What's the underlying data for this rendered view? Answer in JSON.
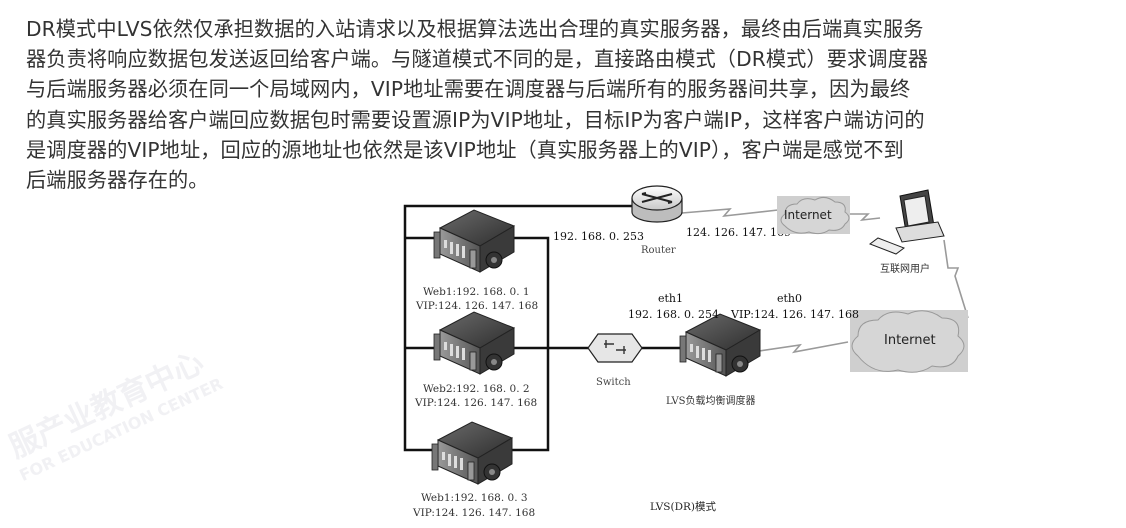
{
  "document": {
    "paragraph_lines": [
      "DR模式中LVS依然仅承担数据的入站请求以及根据算法选出合理的真实服务器，最终由后端真实服务",
      "器负责将响应数据包发送返回给客户端。与隧道模式不同的是，直接路由模式（DR模式）要求调度器",
      "与后端服务器必须在同一个局域网内，VIP地址需要在调度器与后端所有的服务器间共享，因为最终",
      "的真实服务器给客户端回应数据包时需要设置源IP为VIP地址，目标IP为客户端IP，这样客户端访问的",
      "是调度器的VIP地址，回应的源地址也依然是该VIP地址（真实服务器上的VIP），客户端是感觉不到",
      "后端服务器存在的。"
    ]
  },
  "watermark": {
    "cn": "服产业教育中心",
    "en": "FOR EDUCATION CENTER"
  },
  "diagram": {
    "caption": "LVS(DR)模式",
    "router": {
      "label": "Router",
      "inner_ip": "192. 168. 0. 253",
      "outer_ip": "124. 126. 147. 169"
    },
    "internet_top": {
      "label": "Internet"
    },
    "internet_bottom": {
      "label": "Internet"
    },
    "client": {
      "label": "互联网用户"
    },
    "switch": {
      "label": "Switch"
    },
    "director": {
      "label": "LVS负载均衡调度器",
      "eth1_name": "eth1",
      "eth1_ip": "192. 168. 0. 254",
      "eth0_name": "eth0",
      "eth0_vip": "VIP:124. 126. 147. 168"
    },
    "servers": [
      {
        "name_ip": "Web1:192. 168. 0. 1",
        "vip": "VIP:124. 126. 147. 168"
      },
      {
        "name_ip": "Web2:192. 168. 0. 2",
        "vip": "VIP:124. 126. 147. 168"
      },
      {
        "name_ip": "Web1:192. 168. 0. 3",
        "vip": "VIP:124. 126. 147. 168"
      }
    ]
  }
}
